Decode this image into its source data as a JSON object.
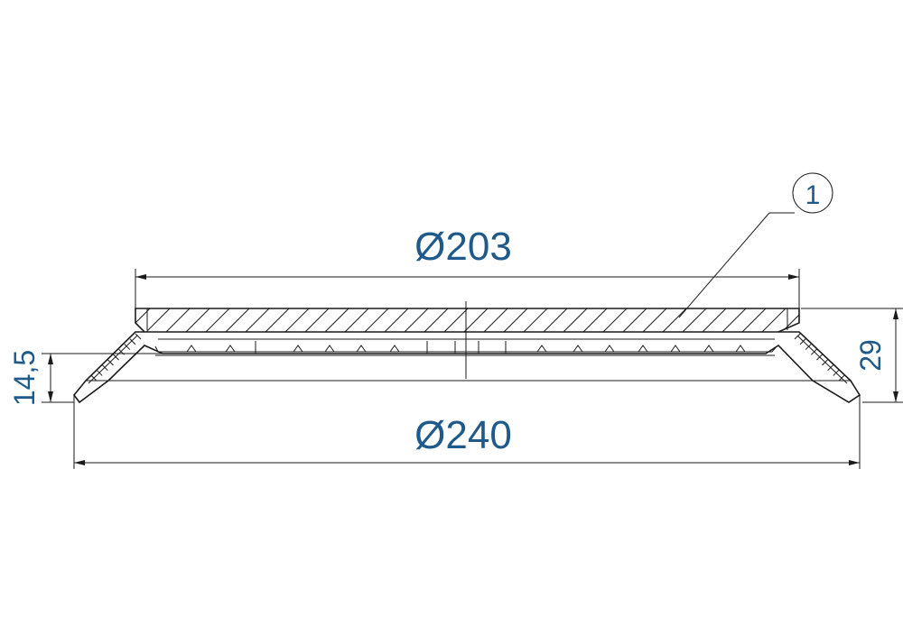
{
  "dimensions": {
    "top_diameter": "Ø203",
    "bottom_diameter": "Ø240",
    "total_height": "29",
    "flange_height": "14,5"
  },
  "balloon": {
    "label": "1"
  },
  "colors": {
    "dimension_text": "#1f5a8a",
    "line": "#1a1a1a"
  }
}
